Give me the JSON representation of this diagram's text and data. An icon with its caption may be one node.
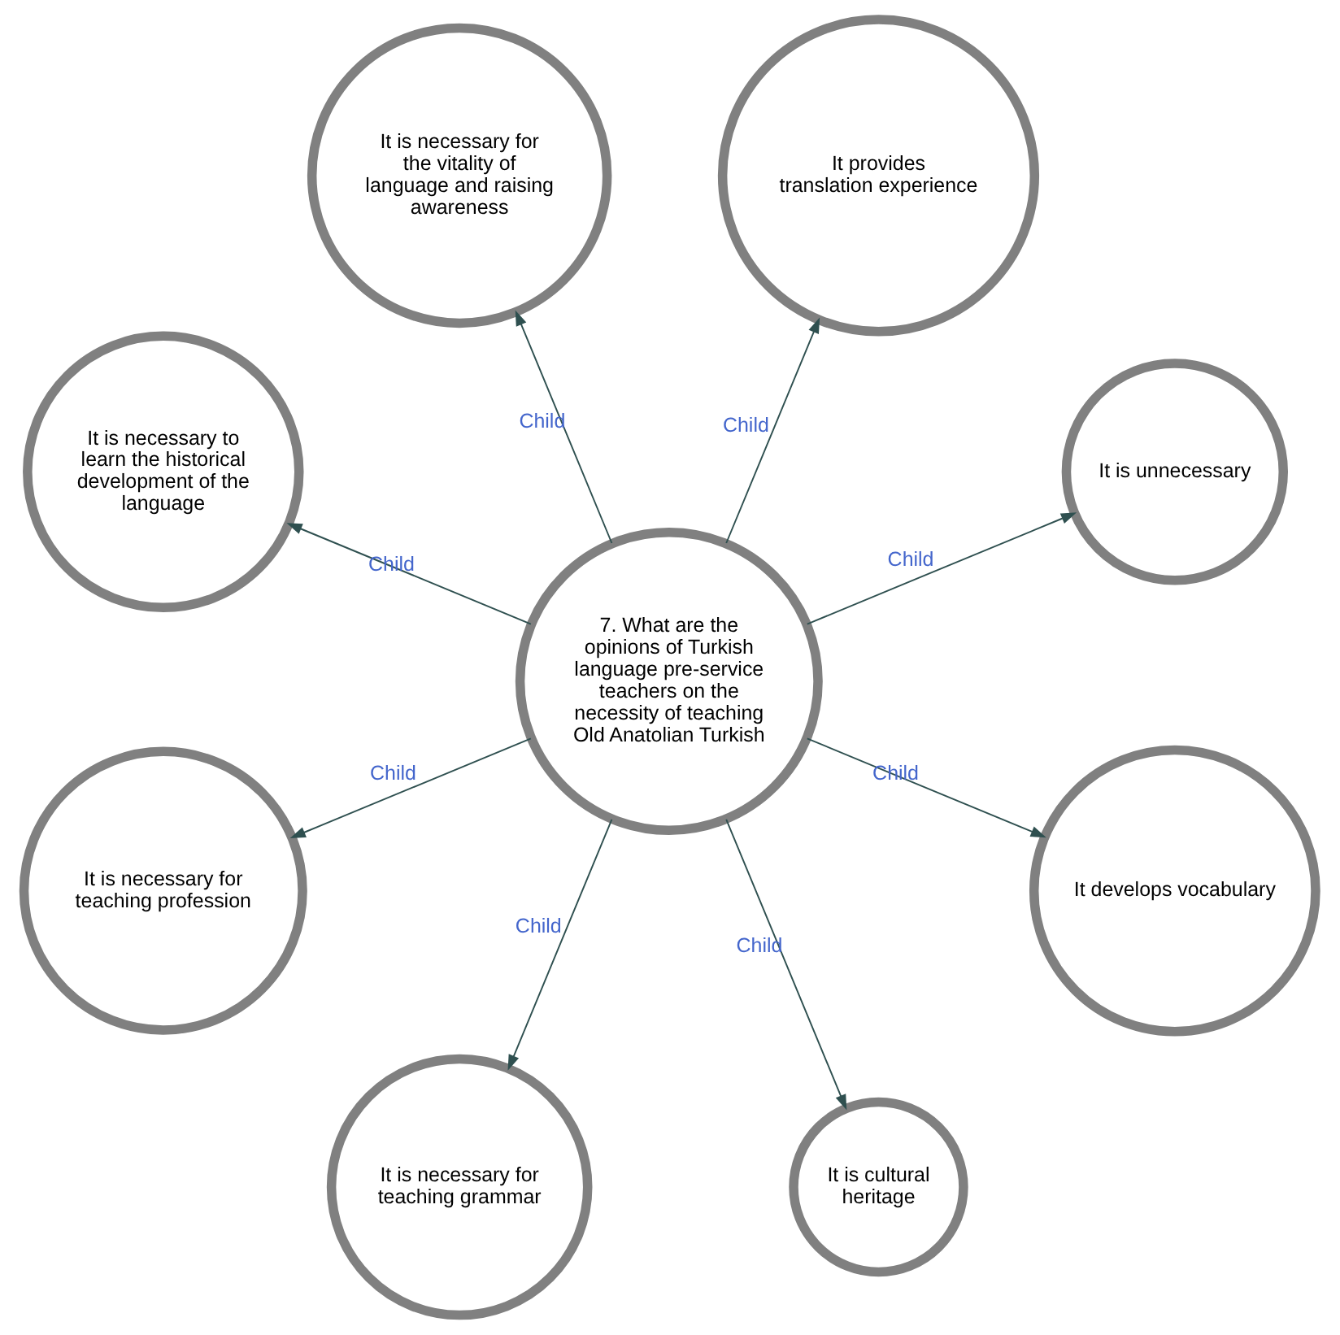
{
  "diagram": {
    "nodes": [
      {
        "text": [
          "It is unnecessary"
        ]
      },
      {
        "text": [
          "It provides translation experience"
        ]
      },
      {
        "text": [
          "It is necessary for the vitality of language and raising awareness"
        ]
      },
      {
        "text": [
          "It is necessary to learn the historical development of the language"
        ]
      },
      {
        "text": [
          "7. What are the opinions of Turkish language pre-service teachers on the necessity of teaching Old Anatolian Turkish"
        ]
      },
      {
        "text": [
          "It is necessary for teaching profession"
        ]
      },
      {
        "text": [
          "It is necessary for teaching grammar"
        ]
      },
      {
        "text": [
          "It is cultural heritage"
        ]
      },
      {
        "text": [
          "It develops vocabulary"
        ]
      }
    ],
    "edges": [
      {
        "from": 4,
        "to": 0,
        "label": "Child",
        "arrow": "to"
      },
      {
        "from": 4,
        "to": 1,
        "label": "Child",
        "arrow": "to"
      },
      {
        "from": 4,
        "to": 2,
        "label": "Child",
        "arrow": "to"
      },
      {
        "from": 4,
        "to": 3,
        "label": "Child",
        "arrow": "to"
      },
      {
        "from": 4,
        "to": 5,
        "label": "Child",
        "arrow": "to"
      },
      {
        "from": 4,
        "to": 6,
        "label": "Child",
        "arrow": "to"
      },
      {
        "from": 4,
        "to": 7,
        "label": "Child",
        "arrow": "to"
      },
      {
        "from": 4,
        "to": 8,
        "label": "Child",
        "arrow": "to"
      }
    ]
  }
}
